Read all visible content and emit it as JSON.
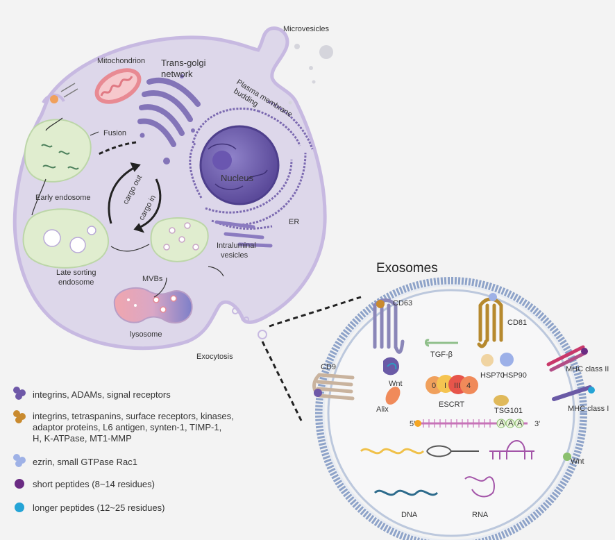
{
  "cell": {
    "microvesicles": "Microvesicles",
    "mitochondrion": "Mitochondrion",
    "trans_golgi_line1": "Trans-golgi",
    "trans_golgi_line2": "network",
    "plasma_membrane_line1": "Plasma membrane",
    "plasma_membrane_line2": "budding",
    "fusion": "Fusion",
    "nucleus": "Nucleus",
    "early_endosome": "Early endosome",
    "cargo_out": "cargo out",
    "cargo_in": "cargo in",
    "er": "ER",
    "late_sorting_line1": "Late sorting",
    "late_sorting_line2": "endosome",
    "intraluminal_line1": "Intraluminal",
    "intraluminal_line2": "vesicles",
    "mvbs": "MVBs",
    "lysosome": "lysosome",
    "exocytosis": "Exocytosis"
  },
  "exosome": {
    "title": "Exosomes",
    "cd63": "CD63",
    "cd81": "CD81",
    "cd9": "CD9",
    "tgf": "TGF-β",
    "wnt_inner": "Wnt",
    "hsp70": "HSP70",
    "hsp90": "HSP90",
    "mhc2": "MHC class II",
    "mhc1": "MHC class I",
    "alix": "Alix",
    "escrt": "ESCRT",
    "escrt_parts": [
      "0",
      "I",
      "III",
      "4"
    ],
    "tsg101": "TSG101",
    "wnt_outer": "Wnt",
    "mrna_5": "5'",
    "mrna_3": "3'",
    "mrna_a": "A",
    "dna": "DNA",
    "rna": "RNA"
  },
  "legend": [
    {
      "icon": "purple-protein-icon",
      "color": "#6e58a8",
      "lines": [
        "integrins, ADAMs, signal receptors"
      ]
    },
    {
      "icon": "orange-protein-icon",
      "color": "#c98a2e",
      "lines": [
        "integrins, tetraspanins, surface receptors, kinases,",
        "adaptor proteins, L6 antigen, synten-1, TIMP-1,",
        "H, K-ATPase, MT1-MMP"
      ]
    },
    {
      "icon": "lightblue-protein-icon",
      "color": "#9eb1e6",
      "lines": [
        "ezrin, small GTPase Rac1"
      ]
    },
    {
      "icon": "purple-dot-icon",
      "color": "#6a2b83",
      "lines": [
        "short peptides (8~14 residues)"
      ]
    },
    {
      "icon": "cyan-dot-icon",
      "color": "#25a4d6",
      "lines": [
        "longer peptides (12~25 residues)"
      ]
    }
  ]
}
